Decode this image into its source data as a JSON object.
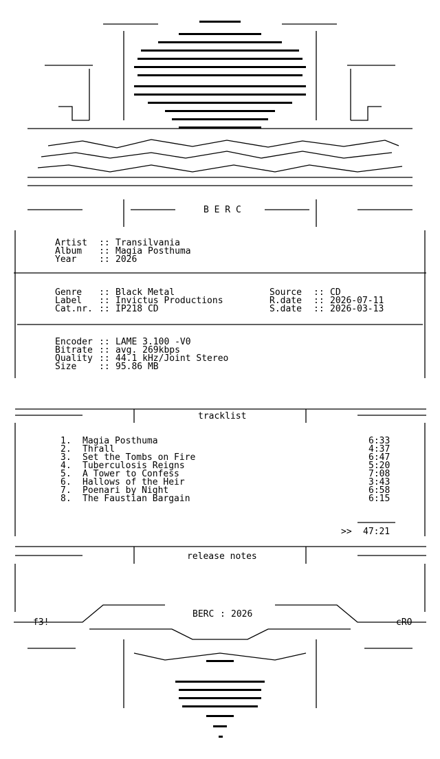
{
  "header": {
    "group": "B E R C"
  },
  "release": {
    "artist_label": "Artist",
    "artist": "Transilvania",
    "album_label": "Album",
    "album": "Magia Posthuma",
    "year_label": "Year",
    "year": "2026",
    "genre_label": "Genre",
    "genre": "Black Metal",
    "label_label": "Label",
    "label": "Invictus Productions",
    "catnr_label": "Cat.nr.",
    "catnr": "IP218 CD",
    "source_label": "Source",
    "source": "CD",
    "rdate_label": "R.date",
    "rdate": "2026-07-11",
    "sdate_label": "S.date",
    "sdate": "2026-03-13",
    "sep": "::"
  },
  "encoding": {
    "encoder_label": "Encoder",
    "encoder": "LAME 3.100 -V0",
    "bitrate_label": "Bitrate",
    "bitrate": "avg. 269kbps",
    "quality_label": "Quality",
    "quality": "44.1 kHz/Joint Stereo",
    "size_label": "Size",
    "size": "95.86 MB"
  },
  "tracklist": {
    "heading": "tracklist",
    "tracks": [
      {
        "num": "1.",
        "title": "Magia Posthuma",
        "time": "6:33"
      },
      {
        "num": "2.",
        "title": "Thrall",
        "time": "4:37"
      },
      {
        "num": "3.",
        "title": "Set the Tombs on Fire",
        "time": "6:47"
      },
      {
        "num": "4.",
        "title": "Tuberculosis Reigns",
        "time": "5:20"
      },
      {
        "num": "5.",
        "title": "A Tower to Confess",
        "time": "7:08"
      },
      {
        "num": "6.",
        "title": "Hallows of the Heir",
        "time": "3:43"
      },
      {
        "num": "7.",
        "title": "Poenari by Night",
        "time": "6:58"
      },
      {
        "num": "8.",
        "title": "The Faustian Bargain",
        "time": "6:15"
      }
    ],
    "total_prefix": ">>",
    "total": "47:21"
  },
  "notes": {
    "heading": "release notes"
  },
  "footer": {
    "group": "BERC",
    "sep": ":",
    "year": "2026",
    "tag_left": "f3!",
    "tag_right": "cRO"
  }
}
